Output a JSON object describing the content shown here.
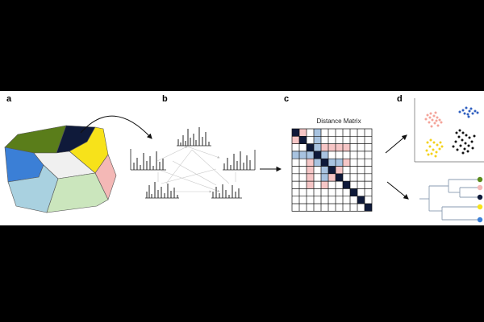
{
  "panels": [
    {
      "label": "a"
    },
    {
      "label": "b"
    },
    {
      "label": "c"
    },
    {
      "label": "d"
    }
  ],
  "matrix_title": "Distance Matrix",
  "colors": {
    "olive": "#5a7d1a",
    "navy": "#0f1a3a",
    "yellow": "#f7e21a",
    "pink": "#f4b8b6",
    "blue": "#3b7fd6",
    "light_gray": "#f0f0f0",
    "light_blue": "#a9d1e0",
    "light_green": "#cbe6bd",
    "matrix_blue": "#a8c3e0",
    "matrix_pink": "#f6c6c6",
    "leaf_green": "#5a8a1c"
  }
}
